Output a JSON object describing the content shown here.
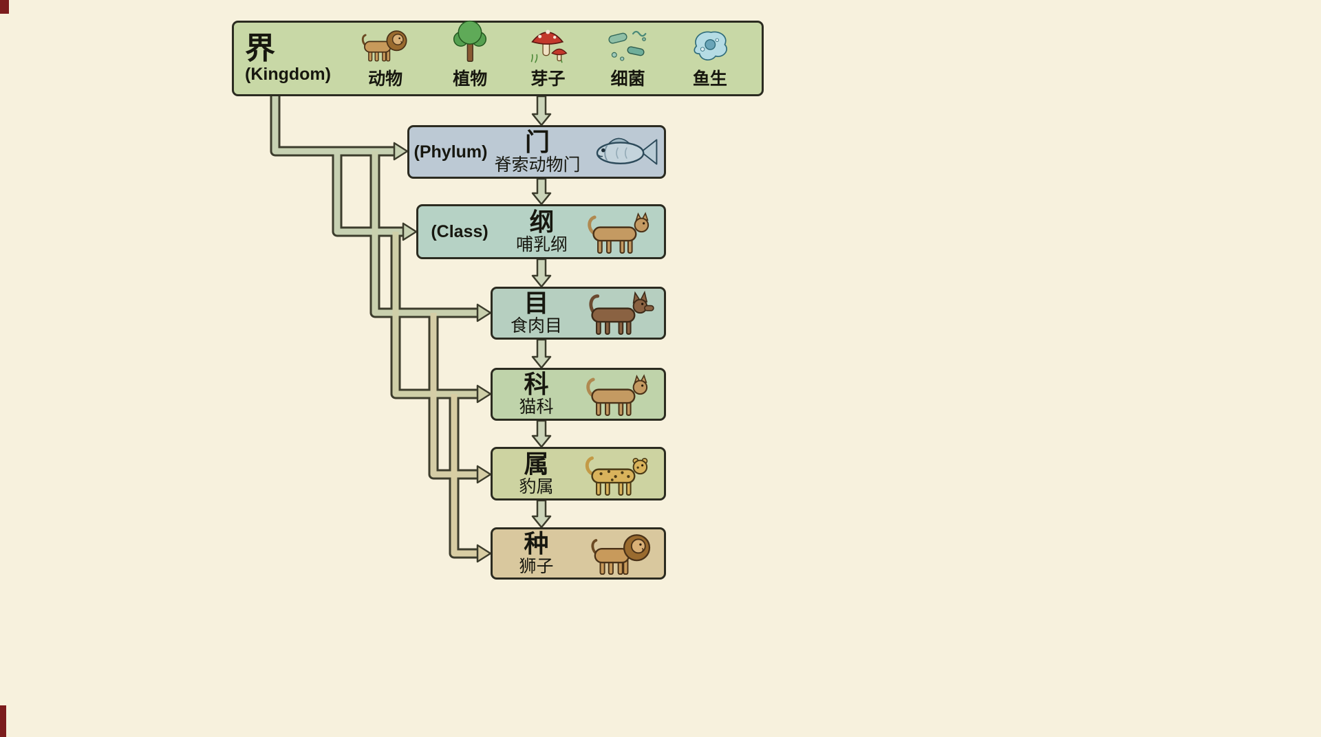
{
  "colors": {
    "background": "#f7f1dd",
    "kingdom_box": "#c8d8a6",
    "phylum_box": "#bcc9d4",
    "class_box": "#b6d2c5",
    "order_box": "#b6cfc0",
    "family_box": "#bfd3aa",
    "genus_box": "#cdd3a1",
    "species_box": "#d9c89e",
    "connector_green": "#c7d1b2",
    "connector_tan": "#d7cda4",
    "outline": "#3c3c2c",
    "corner_mark": "#7c1d1d"
  },
  "levels": [
    {
      "hanzi": "界",
      "en": "(Kingdom)",
      "name": ""
    },
    {
      "hanzi": "门",
      "en": "(Phylum)",
      "name": "脊索动物门"
    },
    {
      "hanzi": "纲",
      "en": "(Class)",
      "name": "哺乳纲"
    },
    {
      "hanzi": "目",
      "en": "",
      "name": "食肉目"
    },
    {
      "hanzi": "科",
      "en": "",
      "name": "猫科"
    },
    {
      "hanzi": "属",
      "en": "",
      "name": "豹属"
    },
    {
      "hanzi": "种",
      "en": "",
      "name": "狮子"
    }
  ],
  "kingdom_items": [
    {
      "icon": "lion-icon",
      "label": "动物"
    },
    {
      "icon": "tree-icon",
      "label": "植物"
    },
    {
      "icon": "mushroom-icon",
      "label": "芽子"
    },
    {
      "icon": "bacteria-icon",
      "label": "细菌"
    },
    {
      "icon": "amoeba-icon",
      "label": "鱼生"
    }
  ],
  "level_icons": {
    "phylum": "fish-icon",
    "class": "cougar-icon",
    "order": "dog-icon",
    "family": "cat-icon",
    "genus": "leopard-icon",
    "species": "lion-icon"
  }
}
